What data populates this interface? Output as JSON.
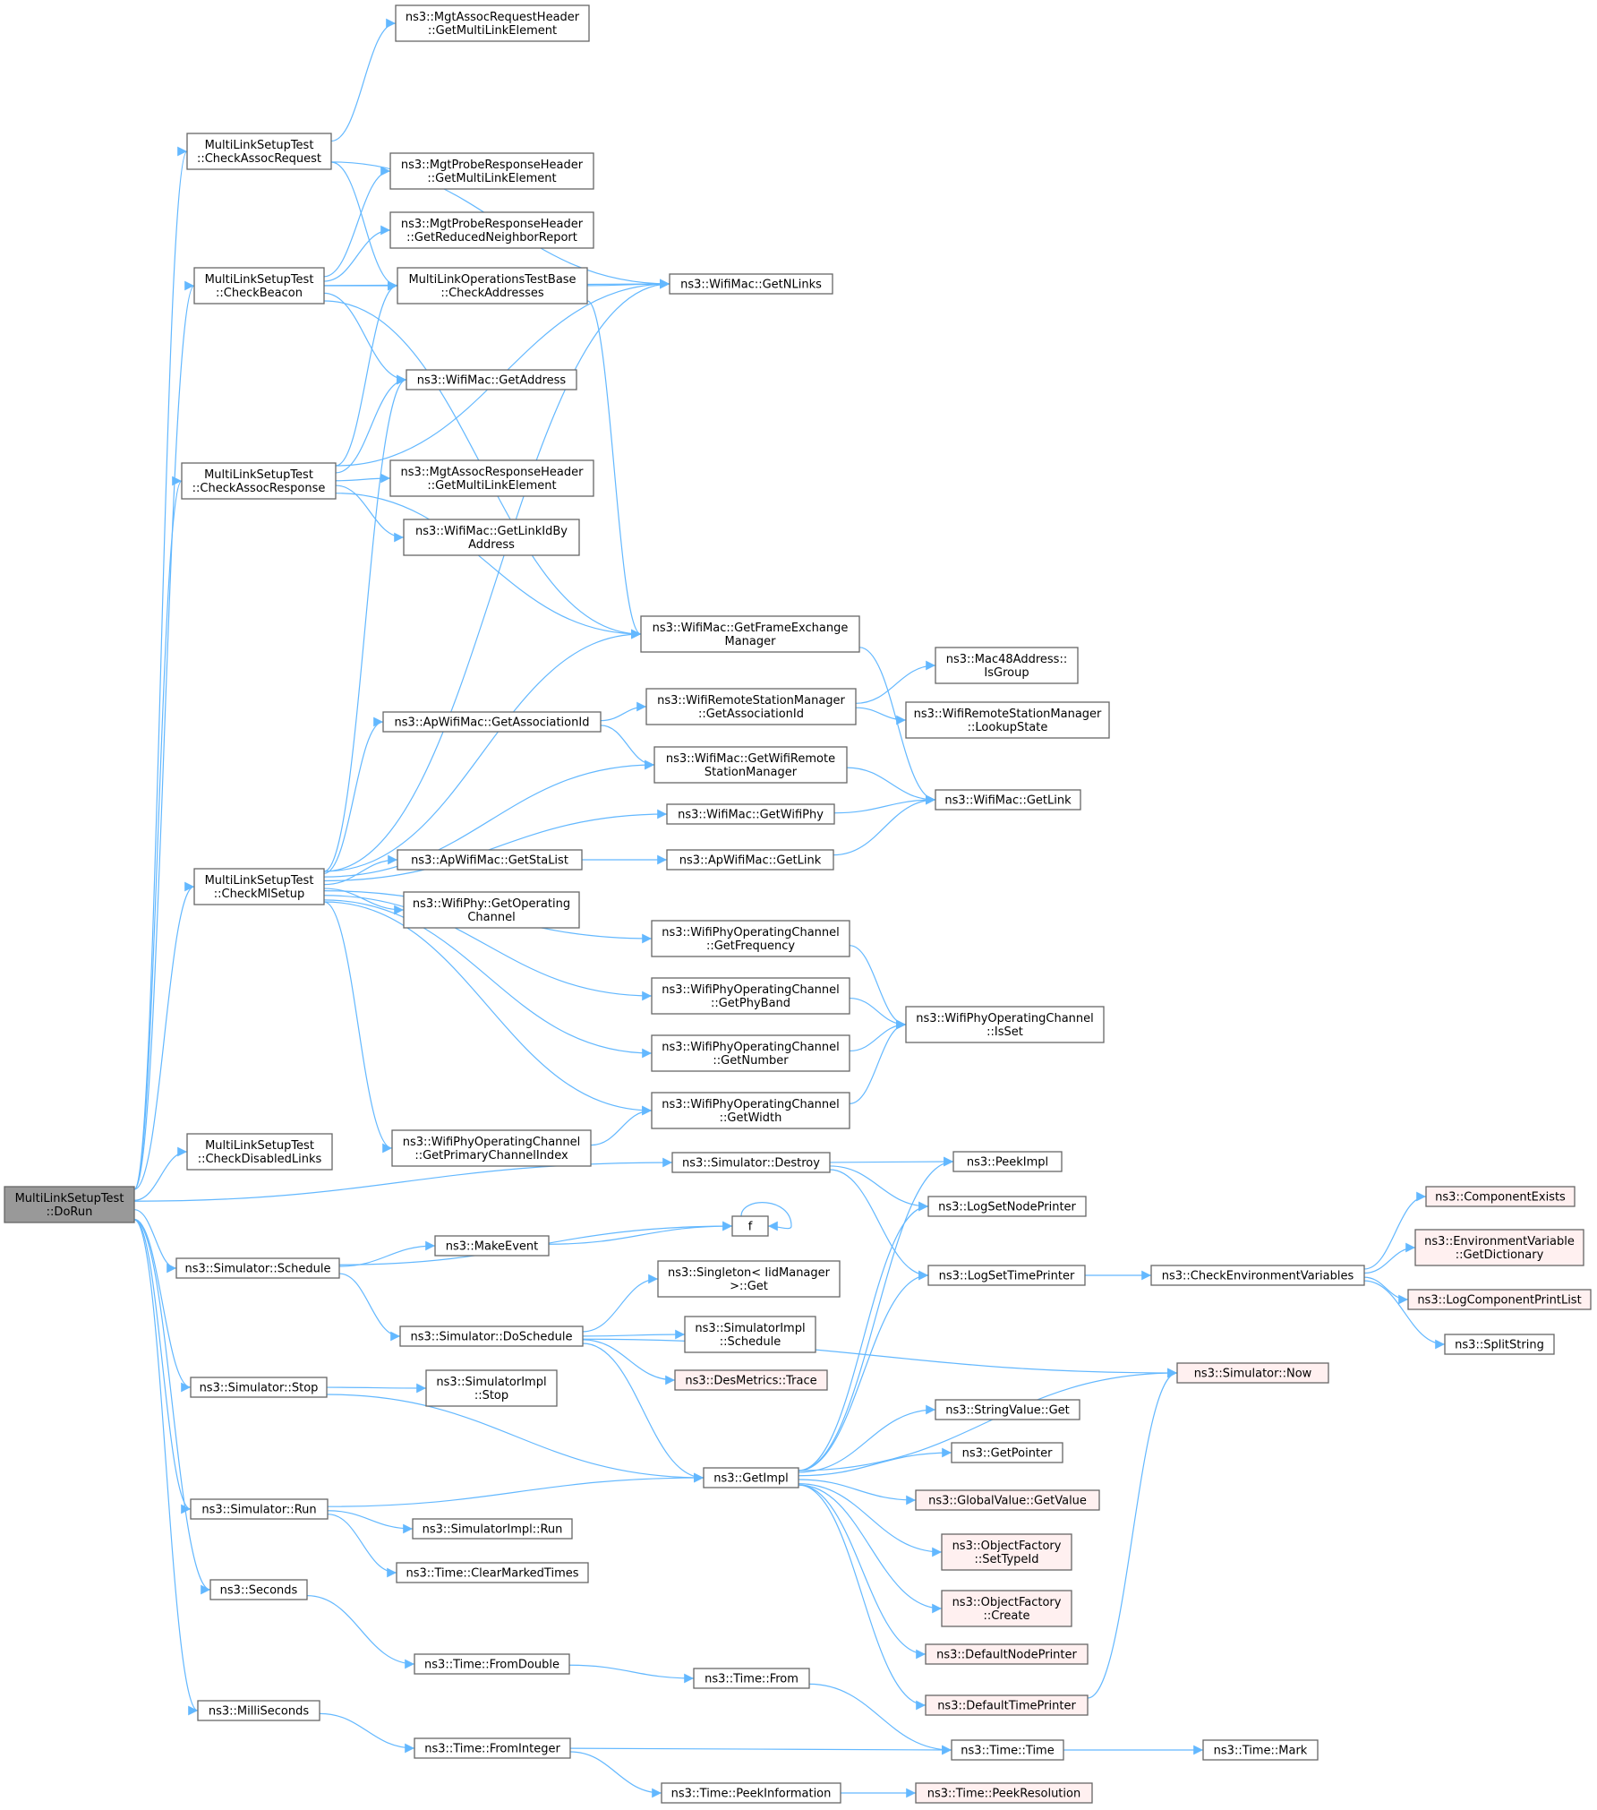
{
  "colors": {
    "edge": "#63b8ff",
    "node_fill": "#ffffff",
    "node_border": "#666666",
    "root_fill": "#999999",
    "root_border": "#666666",
    "truncated_fill": "#fff0f0",
    "truncated_border": "#ff0000"
  },
  "nodes": [
    {
      "id": "dorun",
      "lines": [
        "MultiLinkSetupTest",
        "::DoRun"
      ],
      "kind": "root"
    },
    {
      "id": "check_assoc_req",
      "lines": [
        "MultiLinkSetupTest",
        "::CheckAssocRequest"
      ],
      "kind": "normal"
    },
    {
      "id": "check_beacon",
      "lines": [
        "MultiLinkSetupTest",
        "::CheckBeacon"
      ],
      "kind": "normal"
    },
    {
      "id": "check_assoc_resp",
      "lines": [
        "MultiLinkSetupTest",
        "::CheckAssocResponse"
      ],
      "kind": "normal"
    },
    {
      "id": "check_ml_setup",
      "lines": [
        "MultiLinkSetupTest",
        "::CheckMlSetup"
      ],
      "kind": "normal"
    },
    {
      "id": "check_disabled",
      "lines": [
        "MultiLinkSetupTest",
        "::CheckDisabledLinks"
      ],
      "kind": "normal"
    },
    {
      "id": "sim_schedule",
      "lines": [
        "ns3::Simulator::Schedule"
      ],
      "kind": "normal"
    },
    {
      "id": "sim_stop",
      "lines": [
        "ns3::Simulator::Stop"
      ],
      "kind": "normal"
    },
    {
      "id": "sim_run",
      "lines": [
        "ns3::Simulator::Run"
      ],
      "kind": "normal"
    },
    {
      "id": "seconds",
      "lines": [
        "ns3::Seconds"
      ],
      "kind": "normal"
    },
    {
      "id": "milliseconds",
      "lines": [
        "ns3::MilliSeconds"
      ],
      "kind": "normal"
    },
    {
      "id": "assoc_req_getml",
      "lines": [
        "ns3::MgtAssocRequestHeader",
        "::GetMultiLinkElement"
      ],
      "kind": "normal"
    },
    {
      "id": "probe_resp_getml",
      "lines": [
        "ns3::MgtProbeResponseHeader",
        "::GetMultiLinkElement"
      ],
      "kind": "normal"
    },
    {
      "id": "probe_resp_getrnr",
      "lines": [
        "ns3::MgtProbeResponseHeader",
        "::GetReducedNeighborReport"
      ],
      "kind": "normal"
    },
    {
      "id": "check_addresses",
      "lines": [
        "MultiLinkOperationsTestBase",
        "::CheckAddresses"
      ],
      "kind": "normal"
    },
    {
      "id": "wifimac_getaddress",
      "lines": [
        "ns3::WifiMac::GetAddress"
      ],
      "kind": "normal"
    },
    {
      "id": "assoc_resp_getml",
      "lines": [
        "ns3::MgtAssocResponseHeader",
        "::GetMultiLinkElement"
      ],
      "kind": "normal"
    },
    {
      "id": "wifimac_getlinkid",
      "lines": [
        "ns3::WifiMac::GetLinkIdBy",
        "Address"
      ],
      "kind": "normal"
    },
    {
      "id": "wifimac_getnlinks",
      "lines": [
        "ns3::WifiMac::GetNLinks"
      ],
      "kind": "normal"
    },
    {
      "id": "wifimac_getfem",
      "lines": [
        "ns3::WifiMac::GetFrameExchange",
        "Manager"
      ],
      "kind": "normal"
    },
    {
      "id": "apwifimac_getaid",
      "lines": [
        "ns3::ApWifiMac::GetAssociationId"
      ],
      "kind": "normal"
    },
    {
      "id": "wrsm_getaid",
      "lines": [
        "ns3::WifiRemoteStationManager",
        "::GetAssociationId"
      ],
      "kind": "normal"
    },
    {
      "id": "mac48_isgroup",
      "lines": [
        "ns3::Mac48Address::",
        "IsGroup"
      ],
      "kind": "normal"
    },
    {
      "id": "wrsm_lookup",
      "lines": [
        "ns3::WifiRemoteStationManager",
        "::LookupState"
      ],
      "kind": "normal"
    },
    {
      "id": "wifimac_getwrsm",
      "lines": [
        "ns3::WifiMac::GetWifiRemote",
        "StationManager"
      ],
      "kind": "normal"
    },
    {
      "id": "wifimac_getlink",
      "lines": [
        "ns3::WifiMac::GetLink"
      ],
      "kind": "normal"
    },
    {
      "id": "wifimac_getwifiphy",
      "lines": [
        "ns3::WifiMac::GetWifiPhy"
      ],
      "kind": "normal"
    },
    {
      "id": "apwifimac_getstalist",
      "lines": [
        "ns3::ApWifiMac::GetStaList"
      ],
      "kind": "normal"
    },
    {
      "id": "apwifimac_getlink",
      "lines": [
        "ns3::ApWifiMac::GetLink"
      ],
      "kind": "normal"
    },
    {
      "id": "wifiphy_getopch",
      "lines": [
        "ns3::WifiPhy::GetOperating",
        "Channel"
      ],
      "kind": "normal"
    },
    {
      "id": "wpoc_getfreq",
      "lines": [
        "ns3::WifiPhyOperatingChannel",
        "::GetFrequency"
      ],
      "kind": "normal"
    },
    {
      "id": "wpoc_getphyband",
      "lines": [
        "ns3::WifiPhyOperatingChannel",
        "::GetPhyBand"
      ],
      "kind": "normal"
    },
    {
      "id": "wpoc_getnumber",
      "lines": [
        "ns3::WifiPhyOperatingChannel",
        "::GetNumber"
      ],
      "kind": "normal"
    },
    {
      "id": "wpoc_getwidth",
      "lines": [
        "ns3::WifiPhyOperatingChannel",
        "::GetWidth"
      ],
      "kind": "normal"
    },
    {
      "id": "wpoc_getprimary",
      "lines": [
        "ns3::WifiPhyOperatingChannel",
        "::GetPrimaryChannelIndex"
      ],
      "kind": "normal"
    },
    {
      "id": "wpoc_isset",
      "lines": [
        "ns3::WifiPhyOperatingChannel",
        "::IsSet"
      ],
      "kind": "normal"
    },
    {
      "id": "sim_destroy",
      "lines": [
        "ns3::Simulator::Destroy"
      ],
      "kind": "normal"
    },
    {
      "id": "peekimpl",
      "lines": [
        "ns3::PeekImpl"
      ],
      "kind": "normal"
    },
    {
      "id": "logsetnodeprinter",
      "lines": [
        "ns3::LogSetNodePrinter"
      ],
      "kind": "normal"
    },
    {
      "id": "logsettimeprinter",
      "lines": [
        "ns3::LogSetTimePrinter"
      ],
      "kind": "normal"
    },
    {
      "id": "checkenvvars",
      "lines": [
        "ns3::CheckEnvironmentVariables"
      ],
      "kind": "normal"
    },
    {
      "id": "componentexists",
      "lines": [
        "ns3::ComponentExists"
      ],
      "kind": "truncated"
    },
    {
      "id": "envvar_getdict",
      "lines": [
        "ns3::EnvironmentVariable",
        "::GetDictionary"
      ],
      "kind": "truncated"
    },
    {
      "id": "logcompprintlist",
      "lines": [
        "ns3::LogComponentPrintList"
      ],
      "kind": "truncated"
    },
    {
      "id": "splitstring",
      "lines": [
        "ns3::SplitString"
      ],
      "kind": "normal"
    },
    {
      "id": "f",
      "lines": [
        "f"
      ],
      "kind": "normal"
    },
    {
      "id": "makeevent",
      "lines": [
        "ns3::MakeEvent"
      ],
      "kind": "normal"
    },
    {
      "id": "singleton_get",
      "lines": [
        "ns3::Singleton< IidManager",
        " >::Get"
      ],
      "kind": "normal"
    },
    {
      "id": "sim_doschedule",
      "lines": [
        "ns3::Simulator::DoSchedule"
      ],
      "kind": "normal"
    },
    {
      "id": "simimpl_schedule",
      "lines": [
        "ns3::SimulatorImpl",
        "::Schedule"
      ],
      "kind": "normal"
    },
    {
      "id": "desmetrics_trace",
      "lines": [
        "ns3::DesMetrics::Trace"
      ],
      "kind": "truncated"
    },
    {
      "id": "sim_now",
      "lines": [
        "ns3::Simulator::Now"
      ],
      "kind": "truncated"
    },
    {
      "id": "simimpl_stop",
      "lines": [
        "ns3::SimulatorImpl",
        "::Stop"
      ],
      "kind": "normal"
    },
    {
      "id": "stringvalue_get",
      "lines": [
        "ns3::StringValue::Get"
      ],
      "kind": "normal"
    },
    {
      "id": "getimpl",
      "lines": [
        "ns3::GetImpl"
      ],
      "kind": "normal"
    },
    {
      "id": "getpointer",
      "lines": [
        "ns3::GetPointer"
      ],
      "kind": "normal"
    },
    {
      "id": "globalvalue_getvalue",
      "lines": [
        "ns3::GlobalValue::GetValue"
      ],
      "kind": "truncated"
    },
    {
      "id": "objfactory_settypeid",
      "lines": [
        "ns3::ObjectFactory",
        "::SetTypeId"
      ],
      "kind": "truncated"
    },
    {
      "id": "objfactory_create",
      "lines": [
        "ns3::ObjectFactory",
        "::Create"
      ],
      "kind": "truncated"
    },
    {
      "id": "defaultnodeprinter",
      "lines": [
        "ns3::DefaultNodePrinter"
      ],
      "kind": "truncated"
    },
    {
      "id": "defaulttimeprinter",
      "lines": [
        "ns3::DefaultTimePrinter"
      ],
      "kind": "truncated"
    },
    {
      "id": "simimpl_run",
      "lines": [
        "ns3::SimulatorImpl::Run"
      ],
      "kind": "normal"
    },
    {
      "id": "time_clearmarked",
      "lines": [
        "ns3::Time::ClearMarkedTimes"
      ],
      "kind": "normal"
    },
    {
      "id": "time_fromdouble",
      "lines": [
        "ns3::Time::FromDouble"
      ],
      "kind": "normal"
    },
    {
      "id": "time_from",
      "lines": [
        "ns3::Time::From"
      ],
      "kind": "normal"
    },
    {
      "id": "time_frominteger",
      "lines": [
        "ns3::Time::FromInteger"
      ],
      "kind": "normal"
    },
    {
      "id": "time_time",
      "lines": [
        "ns3::Time::Time"
      ],
      "kind": "normal"
    },
    {
      "id": "time_mark",
      "lines": [
        "ns3::Time::Mark"
      ],
      "kind": "normal"
    },
    {
      "id": "time_peekinfo",
      "lines": [
        "ns3::Time::PeekInformation"
      ],
      "kind": "normal"
    },
    {
      "id": "time_peekres",
      "lines": [
        "ns3::Time::PeekResolution"
      ],
      "kind": "truncated"
    }
  ],
  "edges": [
    [
      "dorun",
      "check_assoc_req"
    ],
    [
      "dorun",
      "check_beacon"
    ],
    [
      "dorun",
      "check_assoc_resp"
    ],
    [
      "dorun",
      "check_ml_setup"
    ],
    [
      "dorun",
      "check_disabled"
    ],
    [
      "dorun",
      "sim_destroy"
    ],
    [
      "dorun",
      "sim_schedule"
    ],
    [
      "dorun",
      "sim_stop"
    ],
    [
      "dorun",
      "sim_run"
    ],
    [
      "dorun",
      "seconds"
    ],
    [
      "dorun",
      "milliseconds"
    ],
    [
      "check_assoc_req",
      "assoc_req_getml"
    ],
    [
      "check_assoc_req",
      "wifimac_getnlinks"
    ],
    [
      "check_assoc_req",
      "check_addresses"
    ],
    [
      "check_beacon",
      "wifimac_getnlinks"
    ],
    [
      "check_beacon",
      "probe_resp_getml"
    ],
    [
      "check_beacon",
      "probe_resp_getrnr"
    ],
    [
      "check_beacon",
      "check_addresses"
    ],
    [
      "check_beacon",
      "wifimac_getaddress"
    ],
    [
      "check_beacon",
      "wifimac_getfem"
    ],
    [
      "check_assoc_resp",
      "check_addresses"
    ],
    [
      "check_assoc_resp",
      "wifimac_getaddress"
    ],
    [
      "check_assoc_resp",
      "wifimac_getnlinks"
    ],
    [
      "check_assoc_resp",
      "assoc_resp_getml"
    ],
    [
      "check_assoc_resp",
      "wifimac_getlinkid"
    ],
    [
      "check_assoc_resp",
      "wifimac_getfem"
    ],
    [
      "check_addresses",
      "wifimac_getnlinks"
    ],
    [
      "check_addresses",
      "wifimac_getfem"
    ],
    [
      "check_ml_setup",
      "wifimac_getaddress"
    ],
    [
      "check_ml_setup",
      "wifimac_getnlinks"
    ],
    [
      "check_ml_setup",
      "wifimac_getfem"
    ],
    [
      "check_ml_setup",
      "apwifimac_getaid"
    ],
    [
      "check_ml_setup",
      "wifimac_getwrsm"
    ],
    [
      "check_ml_setup",
      "wifimac_getwifiphy"
    ],
    [
      "check_ml_setup",
      "apwifimac_getstalist"
    ],
    [
      "check_ml_setup",
      "wifiphy_getopch"
    ],
    [
      "check_ml_setup",
      "wpoc_getfreq"
    ],
    [
      "check_ml_setup",
      "wpoc_getphyband"
    ],
    [
      "check_ml_setup",
      "wpoc_getnumber"
    ],
    [
      "check_ml_setup",
      "wpoc_getwidth"
    ],
    [
      "check_ml_setup",
      "wpoc_getprimary"
    ],
    [
      "wifimac_getfem",
      "wifimac_getlink"
    ],
    [
      "apwifimac_getaid",
      "wrsm_getaid"
    ],
    [
      "apwifimac_getaid",
      "wifimac_getwrsm"
    ],
    [
      "wrsm_getaid",
      "mac48_isgroup"
    ],
    [
      "wrsm_getaid",
      "wrsm_lookup"
    ],
    [
      "wifimac_getwrsm",
      "wifimac_getlink"
    ],
    [
      "wifimac_getwifiphy",
      "wifimac_getlink"
    ],
    [
      "apwifimac_getstalist",
      "apwifimac_getlink"
    ],
    [
      "apwifimac_getlink",
      "wifimac_getlink"
    ],
    [
      "wpoc_getfreq",
      "wpoc_isset"
    ],
    [
      "wpoc_getphyband",
      "wpoc_isset"
    ],
    [
      "wpoc_getnumber",
      "wpoc_isset"
    ],
    [
      "wpoc_getwidth",
      "wpoc_isset"
    ],
    [
      "wpoc_getprimary",
      "wpoc_getwidth"
    ],
    [
      "sim_destroy",
      "peekimpl"
    ],
    [
      "sim_destroy",
      "logsetnodeprinter"
    ],
    [
      "sim_destroy",
      "logsettimeprinter"
    ],
    [
      "logsettimeprinter",
      "checkenvvars"
    ],
    [
      "checkenvvars",
      "componentexists"
    ],
    [
      "checkenvvars",
      "envvar_getdict"
    ],
    [
      "checkenvvars",
      "logcompprintlist"
    ],
    [
      "checkenvvars",
      "splitstring"
    ],
    [
      "sim_schedule",
      "makeevent"
    ],
    [
      "sim_schedule",
      "f"
    ],
    [
      "sim_schedule",
      "sim_doschedule"
    ],
    [
      "makeevent",
      "f"
    ],
    [
      "f",
      "f"
    ],
    [
      "sim_doschedule",
      "singleton_get"
    ],
    [
      "sim_doschedule",
      "simimpl_schedule"
    ],
    [
      "sim_doschedule",
      "desmetrics_trace"
    ],
    [
      "sim_doschedule",
      "sim_now"
    ],
    [
      "sim_doschedule",
      "getimpl"
    ],
    [
      "sim_stop",
      "simimpl_stop"
    ],
    [
      "sim_stop",
      "getimpl"
    ],
    [
      "sim_run",
      "getimpl"
    ],
    [
      "sim_run",
      "simimpl_run"
    ],
    [
      "sim_run",
      "time_clearmarked"
    ],
    [
      "getimpl",
      "peekimpl"
    ],
    [
      "getimpl",
      "logsetnodeprinter"
    ],
    [
      "getimpl",
      "logsettimeprinter"
    ],
    [
      "getimpl",
      "sim_now"
    ],
    [
      "getimpl",
      "stringvalue_get"
    ],
    [
      "getimpl",
      "getpointer"
    ],
    [
      "getimpl",
      "globalvalue_getvalue"
    ],
    [
      "getimpl",
      "objfactory_settypeid"
    ],
    [
      "getimpl",
      "objfactory_create"
    ],
    [
      "getimpl",
      "defaultnodeprinter"
    ],
    [
      "getimpl",
      "defaulttimeprinter"
    ],
    [
      "defaulttimeprinter",
      "sim_now"
    ],
    [
      "seconds",
      "time_fromdouble"
    ],
    [
      "time_fromdouble",
      "time_from"
    ],
    [
      "time_from",
      "time_time"
    ],
    [
      "milliseconds",
      "time_frominteger"
    ],
    [
      "time_frominteger",
      "time_time"
    ],
    [
      "time_frominteger",
      "time_peekinfo"
    ],
    [
      "time_time",
      "time_mark"
    ],
    [
      "time_peekinfo",
      "time_peekres"
    ]
  ]
}
